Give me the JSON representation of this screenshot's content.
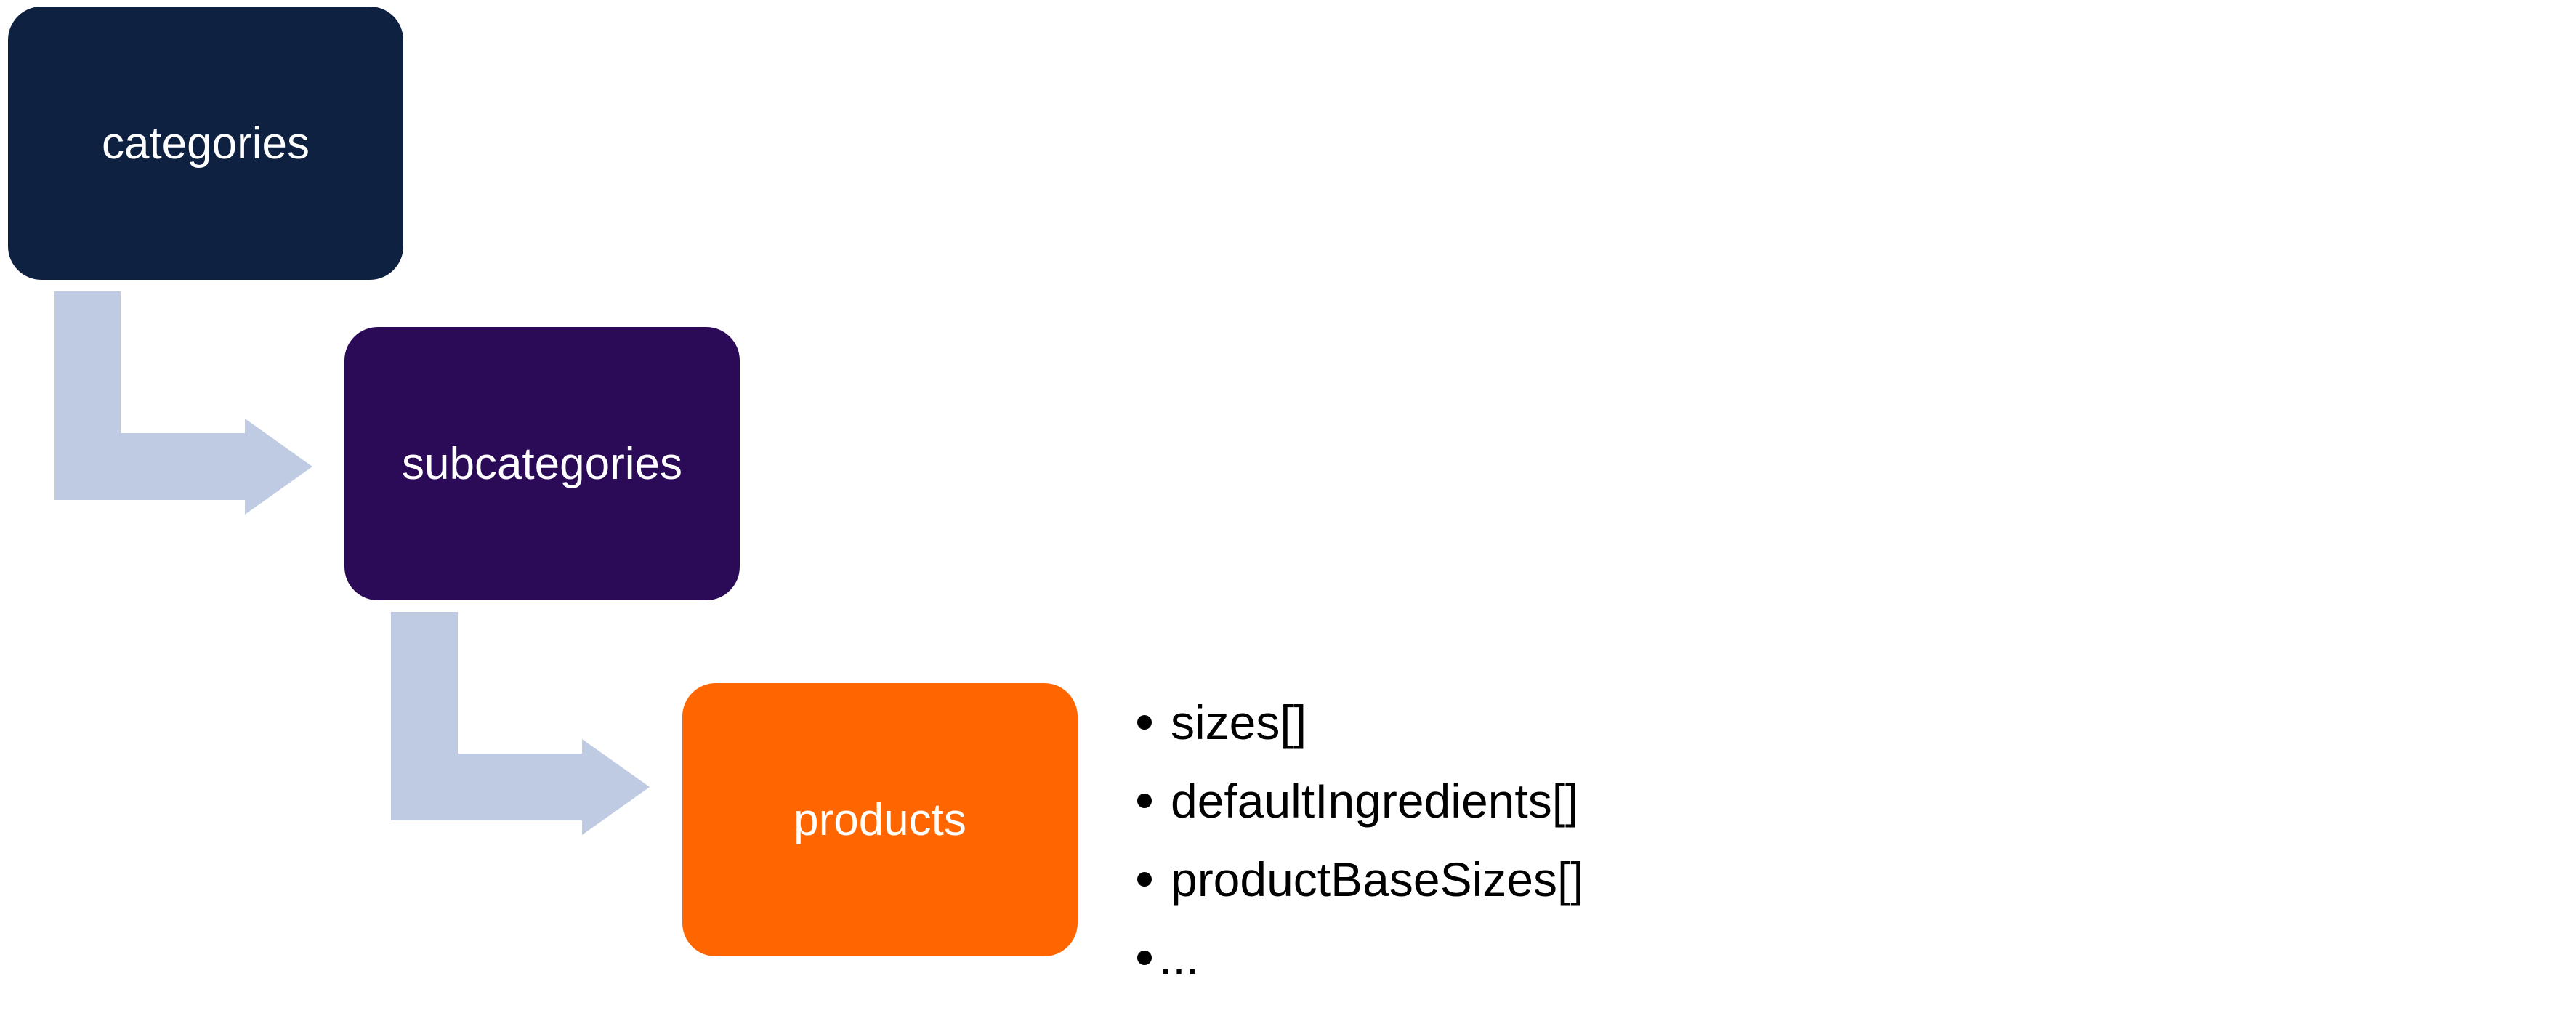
{
  "diagram": {
    "nodes": [
      {
        "id": "categories",
        "label": "categories",
        "color": "#0f2141"
      },
      {
        "id": "subcategories",
        "label": "subcategories",
        "color": "#2b0b57"
      },
      {
        "id": "products",
        "label": "products",
        "color": "#ff6600"
      }
    ],
    "edges": [
      {
        "from": "categories",
        "to": "subcategories"
      },
      {
        "from": "subcategories",
        "to": "products"
      }
    ],
    "connector_color": "#bfcbe2",
    "product_properties": [
      "sizes[]",
      "defaultIngredients[]",
      "productBaseSizes[]",
      "..."
    ]
  }
}
